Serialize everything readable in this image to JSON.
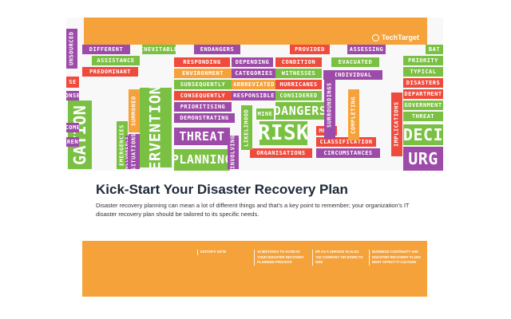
{
  "brand": "TechTarget",
  "title": "Kick-Start Your Disaster Recovery Plan",
  "subtitle": "Disaster recovery planning can mean a lot of different things and that's a key point to remember; your organization's IT disaster recovery plan should be tailored to its specific needs.",
  "toc": [
    {
      "text": "EDITOR'S NOTE"
    },
    {
      "text": "10 MISTAKES TO AVOID IN YOUR DISASTER RECOVERY PLANNING PROCESS"
    },
    {
      "text": "DR AS A SERVICE SCALES 'SIX COMPANY' DR DOWN TO SIZE"
    },
    {
      "text": "BUSINESS CONTINUITY AND DISASTER RECOVERY PLANS MUST AFFECT IT CULTURE"
    }
  ],
  "colors": {
    "orange": "#f5a23b",
    "green": "#7ac143",
    "red": "#ef4b3c",
    "purple": "#9d4ba8",
    "title": "#1e2a3a"
  },
  "cloud_words": [
    {
      "text": "UNSOURCED",
      "color": "#9d4ba8"
    },
    {
      "text": "DIFFERENT",
      "color": "#9d4ba8"
    },
    {
      "text": "INEVITABLE",
      "color": "#7ac143"
    },
    {
      "text": "ENDANGERS",
      "color": "#9d4ba8"
    },
    {
      "text": "PROVIDED",
      "color": "#ef4b3c"
    },
    {
      "text": "ASSESSING",
      "color": "#9d4ba8"
    },
    {
      "text": "BAT",
      "color": "#7ac143"
    },
    {
      "text": "ASSISTANCE",
      "color": "#7ac143"
    },
    {
      "text": "RESPONDING",
      "color": "#ef4b3c"
    },
    {
      "text": "DEPENDING",
      "color": "#9d4ba8"
    },
    {
      "text": "CONDITION",
      "color": "#ef4b3c"
    },
    {
      "text": "EVACUATED",
      "color": "#7ac143"
    },
    {
      "text": "PRIORITY",
      "color": "#7ac143"
    },
    {
      "text": "PREDOMINANT",
      "color": "#ef4b3c"
    },
    {
      "text": "ENVIRONMENT",
      "color": "#f5a23b"
    },
    {
      "text": "CATEGORIES",
      "color": "#9d4ba8"
    },
    {
      "text": "WITNESSES",
      "color": "#7ac143"
    },
    {
      "text": "INDIVIDUAL",
      "color": "#9d4ba8"
    },
    {
      "text": "TYPICAL",
      "color": "#7ac143"
    },
    {
      "text": "SUBSEQUENTLY",
      "color": "#7ac143"
    },
    {
      "text": "ABBREVIATED",
      "color": "#f5a23b"
    },
    {
      "text": "HURRICANES",
      "color": "#ef4b3c"
    },
    {
      "text": "DISASTERS",
      "color": "#ef4b3c"
    },
    {
      "text": "GATION",
      "color": "#7ac143"
    },
    {
      "text": "CONSEQUENTLY",
      "color": "#ef4b3c"
    },
    {
      "text": "RESPONSIBLE",
      "color": "#9d4ba8"
    },
    {
      "text": "CONSIDERED",
      "color": "#7ac143"
    },
    {
      "text": "DEPARTMENT",
      "color": "#ef4b3c"
    },
    {
      "text": "PRIORITISING",
      "color": "#9d4ba8"
    },
    {
      "text": "DANGERS",
      "color": "#7ac143"
    },
    {
      "text": "GOVERNMENT",
      "color": "#7ac143"
    },
    {
      "text": "ERVENTION",
      "color": "#7ac143"
    },
    {
      "text": "DEMONSTRATING",
      "color": "#9d4ba8"
    },
    {
      "text": "MINE",
      "color": "#7ac143"
    },
    {
      "text": "THREAT",
      "color": "#9d4ba8"
    },
    {
      "text": "THREAT",
      "color": "#7ac143"
    },
    {
      "text": "RISK",
      "color": "#7ac143"
    },
    {
      "text": "MOVE",
      "color": "#ef4b3c"
    },
    {
      "text": "CLASSIFICATION",
      "color": "#ef4b3c"
    },
    {
      "text": "DECI",
      "color": "#7ac143"
    },
    {
      "text": "ORGANISATIONS",
      "color": "#ef4b3c"
    },
    {
      "text": "CIRCUMSTANCES",
      "color": "#9d4ba8"
    },
    {
      "text": "PLANNING",
      "color": "#7ac143"
    },
    {
      "text": "URG",
      "color": "#9d4ba8"
    },
    {
      "text": "SUMMONED",
      "color": "#f5a23b"
    },
    {
      "text": "SITUATIONS",
      "color": "#9d4ba8"
    },
    {
      "text": "EMERGENCIES",
      "color": "#7ac143"
    },
    {
      "text": "OCCURRENCE",
      "color": "#9d4ba8"
    },
    {
      "text": "SURROUNDINGS",
      "color": "#9d4ba8"
    },
    {
      "text": "COMPLETING",
      "color": "#f5a23b"
    },
    {
      "text": "IMPLICATIONS",
      "color": "#ef4b3c"
    },
    {
      "text": "LIKELIHOOD",
      "color": "#7ac143"
    },
    {
      "text": "INVOLVING",
      "color": "#9d4ba8"
    },
    {
      "text": "SE",
      "color": "#ef4b3c"
    },
    {
      "text": "ONSE",
      "color": "#9d4ba8"
    },
    {
      "text": "COME",
      "color": "#9d4ba8"
    },
    {
      "text": "URRENCE",
      "color": "#9d4ba8"
    }
  ]
}
